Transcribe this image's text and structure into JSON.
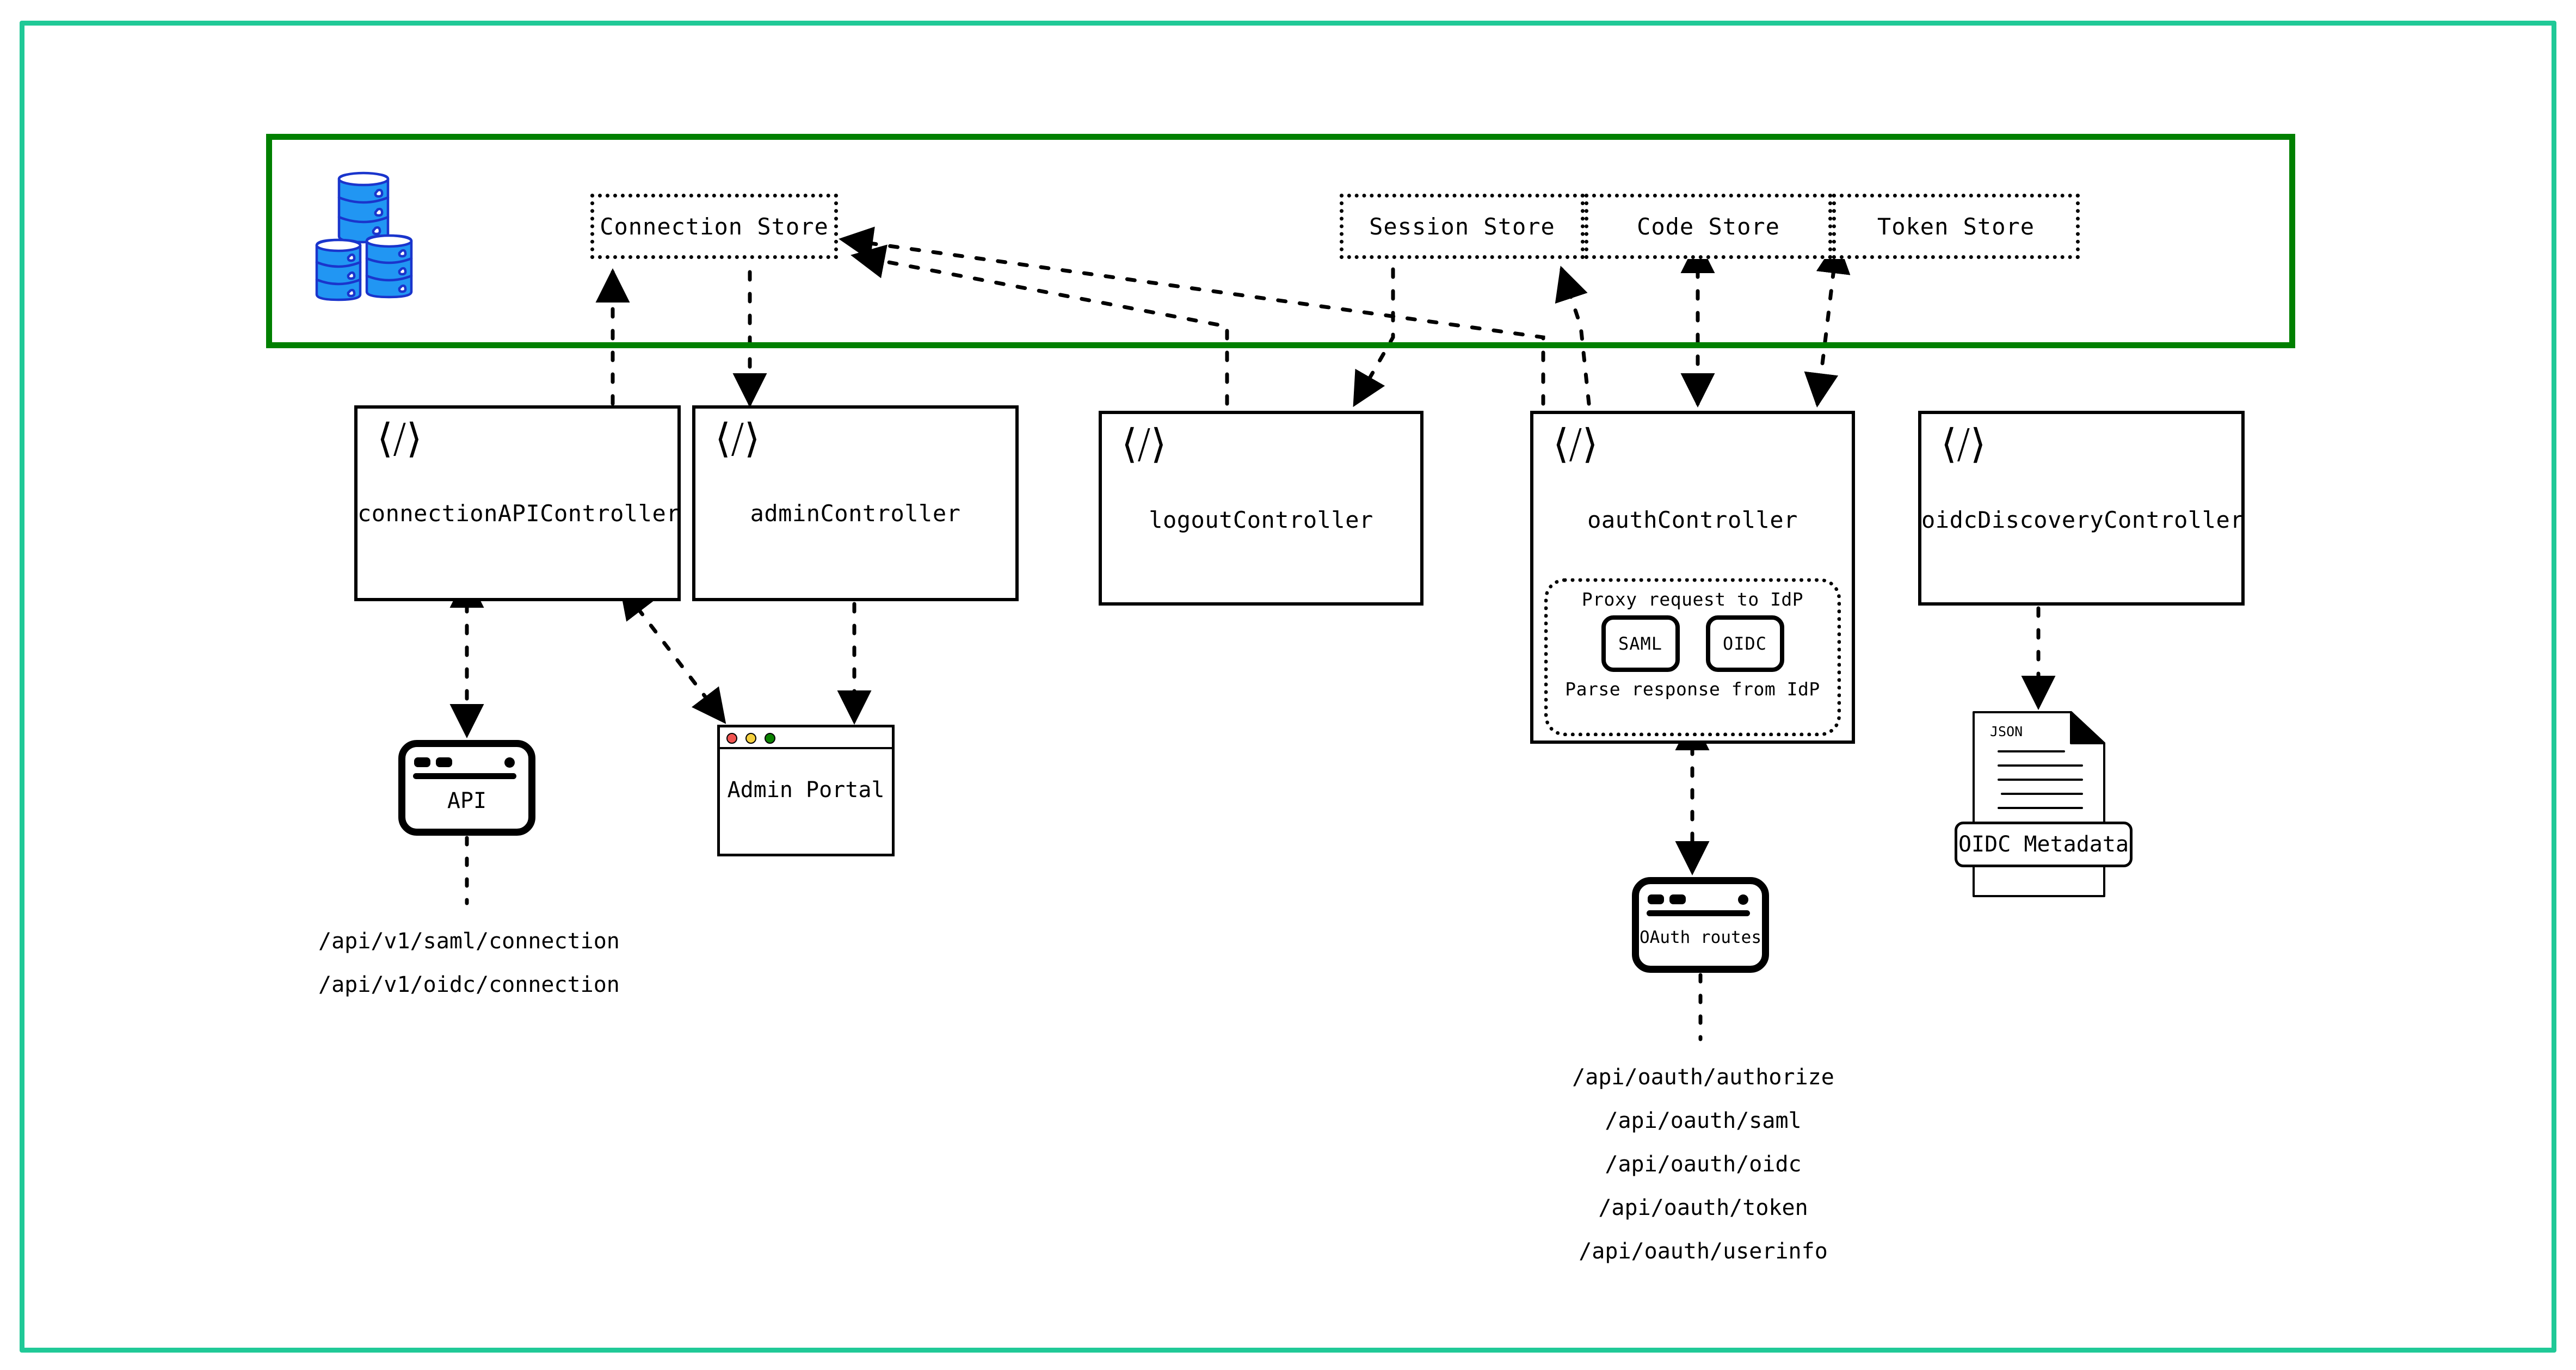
{
  "frame": {
    "outer_border_color": "#20c997",
    "store_container_border_color": "#008000"
  },
  "store_container": {
    "db_icon": "database-cylinders-icon",
    "stores": [
      {
        "id": "connection-store",
        "label": "Connection Store"
      },
      {
        "id": "session-store",
        "label": "Session Store"
      },
      {
        "id": "code-store",
        "label": "Code Store"
      },
      {
        "id": "token-store",
        "label": "Token Store"
      }
    ]
  },
  "controllers": [
    {
      "id": "connectionAPIController",
      "label": "connectionAPIController",
      "icon": "code-brackets-icon",
      "icon_glyph": "⟨/⟩"
    },
    {
      "id": "adminController",
      "label": "adminController",
      "icon": "code-brackets-icon",
      "icon_glyph": "⟨/⟩"
    },
    {
      "id": "logoutController",
      "label": "logoutController",
      "icon": "code-brackets-icon",
      "icon_glyph": "⟨/⟩"
    },
    {
      "id": "oauthController",
      "label": "oauthController",
      "icon": "code-brackets-icon",
      "icon_glyph": "⟨/⟩"
    },
    {
      "id": "oidcDiscoveryController",
      "label": "oidcDiscoveryController",
      "icon": "code-brackets-icon",
      "icon_glyph": "⟨/⟩"
    }
  ],
  "proxy_group": {
    "top_caption": "Proxy request to IdP",
    "bottom_caption": "Parse response from IdP",
    "protocols": [
      {
        "id": "saml",
        "label": "SAML"
      },
      {
        "id": "oidc",
        "label": "OIDC"
      }
    ]
  },
  "nodes": {
    "api_device": {
      "label": "API",
      "icon": "browser-window-icon"
    },
    "admin_portal": {
      "label": "Admin Portal",
      "icon": "browser-window-icon",
      "traffic_lights": [
        "#ef5350",
        "#f4d03f",
        "#0a8100"
      ]
    },
    "oauth_routes_device": {
      "label": "OAuth routes",
      "icon": "browser-window-icon"
    },
    "oidc_metadata_doc": {
      "doc_type_label": "JSON",
      "pill_label": "OIDC Metadata",
      "icon": "json-document-icon"
    }
  },
  "routes": {
    "connection_api": [
      "/api/v1/saml/connection",
      "/api/v1/oidc/connection"
    ],
    "oauth": [
      "/api/oauth/authorize",
      "/api/oauth/saml",
      "/api/oauth/oidc",
      "/api/oauth/token",
      "/api/oauth/userinfo"
    ]
  }
}
